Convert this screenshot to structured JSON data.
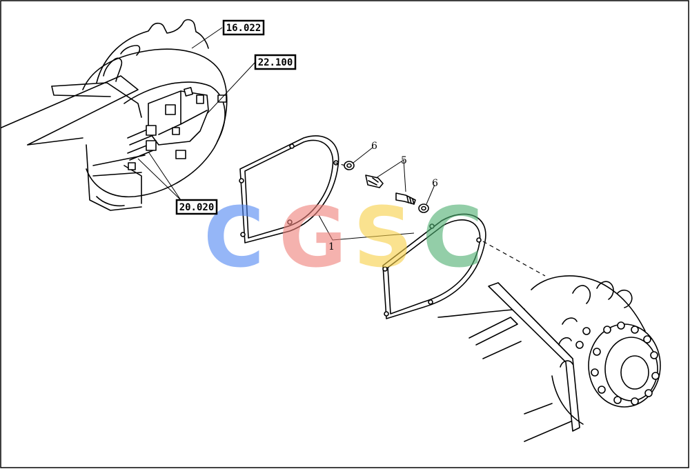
{
  "callouts": {
    "ref_a": "16.022",
    "ref_b": "22.100",
    "ref_c": "20.020"
  },
  "part_numbers": {
    "p1": "1",
    "p5": "5",
    "p6a": "6",
    "p6b": "6"
  },
  "watermark": {
    "letters": [
      "C",
      "G",
      "S",
      "C"
    ],
    "colors": [
      "#4f86f2",
      "#ef8079",
      "#f7cf45",
      "#4caf70"
    ]
  }
}
